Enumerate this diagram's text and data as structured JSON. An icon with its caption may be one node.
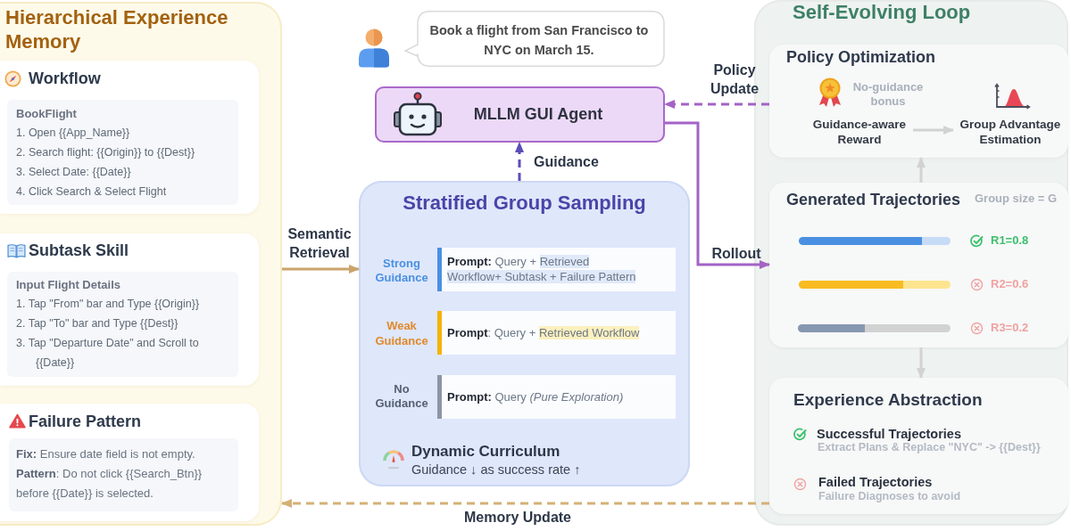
{
  "diagram": {
    "nodes": [
      {
        "text": [
          "Hierarchical Experience Memory"
        ]
      },
      {
        "text": [
          "Workflow"
        ],
        "in": 0
      },
      {
        "text": [
          "BookFlight",
          "1. Open {{App_Name}}",
          "2. Search flight: {{Origin}} to {{Dest}}",
          "3. Select Date: {{Date}}",
          "4. Click Search & Select Flight"
        ],
        "in": 1
      },
      {
        "text": [
          "Subtask Skill"
        ],
        "in": 0
      },
      {
        "text": [
          "Input Flight Details",
          "1. Tap \"From\" bar and Type {{Origin}}",
          "2. Tap \"To\" bar and Type {{Dest}}",
          "3. Tap \"Departure Date\" and Scroll to {{Date}}"
        ],
        "in": 3
      },
      {
        "text": [
          "Failure Pattern"
        ],
        "in": 0
      },
      {
        "text": [
          "**Fix:** Ensure date field is not empty.",
          "**Pattern**: Do not click {{Search_Btn}} before {{Date}} is selected."
        ],
        "in": 5
      },
      {
        "text": [
          "Book a flight from San Francisco to NYC on March 15."
        ]
      },
      {
        "text": [
          "MLLM GUI Agent"
        ]
      },
      {
        "text": [
          "Stratified Group Sampling",
          "Dynamic Curriculum",
          "Guidance ↓ as success rate ↑"
        ]
      },
      {
        "text": [
          "**Prompt:** Query + Retrieved Workflow+ Subtask + Failure Pattern"
        ],
        "in": 9,
        "beside": [
          "Strong Guidance"
        ]
      },
      {
        "text": [
          "**Prompt**: Query + Retrieved Workflow"
        ],
        "in": 9,
        "beside": [
          "Weak Guidance"
        ]
      },
      {
        "text": [
          "**Prompt:** Query *(Pure Exploration)*"
        ],
        "in": 9,
        "beside": [
          "No Guidance"
        ]
      },
      {
        "text": [
          "Self-Evolving Loop"
        ]
      },
      {
        "text": [
          "Policy Optimization"
        ],
        "in": 13
      },
      {
        "text": [
          "Guidance-aware Reward"
        ],
        "in": 14,
        "beside": [
          "No-guidance bonus"
        ]
      },
      {
        "text": [
          "Group Advantage Estimation"
        ],
        "in": 14
      },
      {
        "text": [
          "Generated Trajectories",
          "Group size = G",
          "R1=0.8",
          "R2=0.6",
          "R3=0.2"
        ],
        "in": 13
      },
      {
        "text": [
          "Experience Abstraction",
          "Successful Trajectories",
          "Extract Plans & Replace \"NYC\" -> {{Dest}}",
          "Failed Trajectories",
          "Failure Diagnoses to avoid"
        ],
        "in": 13
      }
    ],
    "edges": [
      {
        "from": 0,
        "to": 9,
        "arrow": "to",
        "label": "Semantic Retrieval",
        "color": "#c9a46c"
      },
      {
        "from": 9,
        "to": 8,
        "arrow": "to",
        "label": "Guidance",
        "style": "dashed",
        "color": "#5b4db8"
      },
      {
        "from": 8,
        "to": 17,
        "arrow": "to",
        "label": "Rollout",
        "color": "#a363c6"
      },
      {
        "from": 14,
        "to": 8,
        "arrow": "to",
        "label": "Policy Update",
        "style": "dashed",
        "color": "#a363c6"
      },
      {
        "from": 18,
        "to": 0,
        "arrow": "to",
        "label": "Memory Update",
        "style": "dashed",
        "color": "#d3b176"
      },
      {
        "from": 15,
        "to": 16,
        "arrow": "to",
        "color": "#d2d2d2"
      },
      {
        "from": 17,
        "to": 14,
        "arrow": "to",
        "color": "#d2d2d2"
      },
      {
        "from": 17,
        "to": 18,
        "arrow": "to",
        "color": "#d2d2d2"
      }
    ]
  }
}
